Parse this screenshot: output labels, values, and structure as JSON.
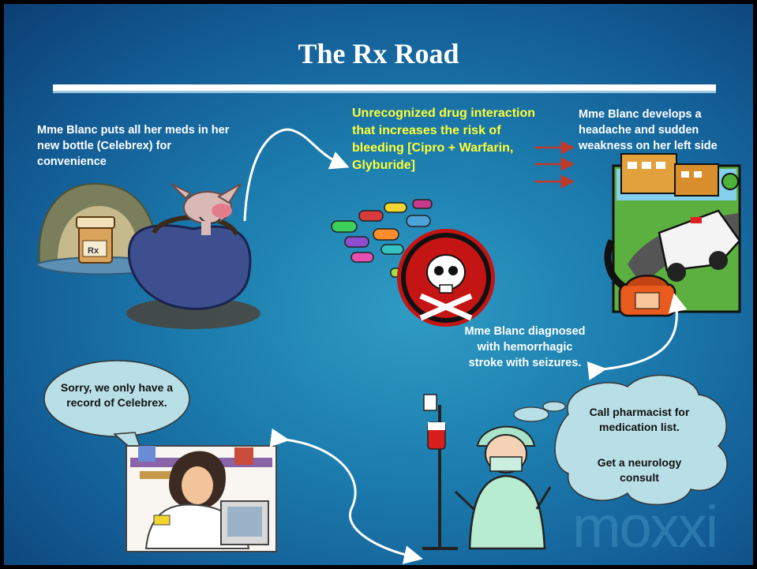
{
  "slide": {
    "title": "The Rx Road",
    "step_bottle": "Mme Blanc puts all her meds in her new bottle (Celebrex) for convenience",
    "step_interaction": "Unrecognized drug interaction that increases the risk of bleeding [Cipro + Warfarin, Glyburide]",
    "step_headache": "Mme Blanc develops a headache and sudden weakness on her left side",
    "step_diagnosis": "Mme Blanc diagnosed with hemorrhagic stroke with seizures.",
    "pharmacist_bubble": "Sorry, we only have a record of Celebrex.",
    "doctor_thought_1": "Call pharmacist for medication list.",
    "doctor_thought_2": "Get a neurology consult",
    "logo": "moxxi"
  },
  "colors": {
    "background": "#1d7fb0",
    "highlight_text": "#ffff33",
    "arrow_red": "#c0392b",
    "bubble_fill": "#b9dfe6"
  },
  "icons": [
    "mouse-purse-clipart",
    "pill-bottle-clipart",
    "pills-clipart",
    "skull-crossbones-icon",
    "ambulance-clipart",
    "telephone-clipart",
    "pharmacist-clipart",
    "doctor-iv-clipart",
    "curved-arrow-icon"
  ]
}
